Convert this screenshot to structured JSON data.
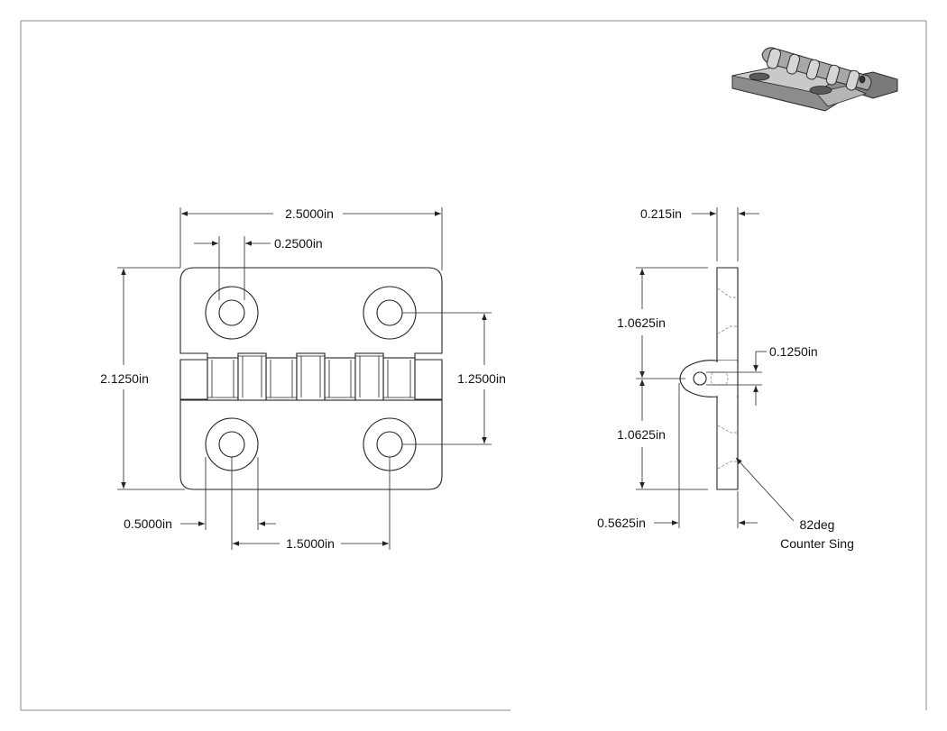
{
  "dimensions": {
    "overall_width": "2.5000in",
    "hole_dia": "0.2500in",
    "overall_height": "2.1250in",
    "hole_spacing_vertical": "1.2500in",
    "hole_edge_offset": "0.5000in",
    "hole_spacing_horizontal": "1.5000in",
    "thickness": "0.215in",
    "half_height_top": "1.0625in",
    "pin_dia": "0.1250in",
    "half_height_bottom": "1.0625in",
    "knuckle_offset": "0.5625in"
  },
  "notes": {
    "countersink_line1": "82deg",
    "countersink_line2": "Counter Sing"
  },
  "colors": {
    "line": "#222222",
    "border": "#888888",
    "iso_dark": "#3a3a3a",
    "iso_mid": "#8c8c8c",
    "iso_light": "#c8c8c8"
  },
  "views": [
    "front-view",
    "side-view",
    "isometric-view"
  ]
}
